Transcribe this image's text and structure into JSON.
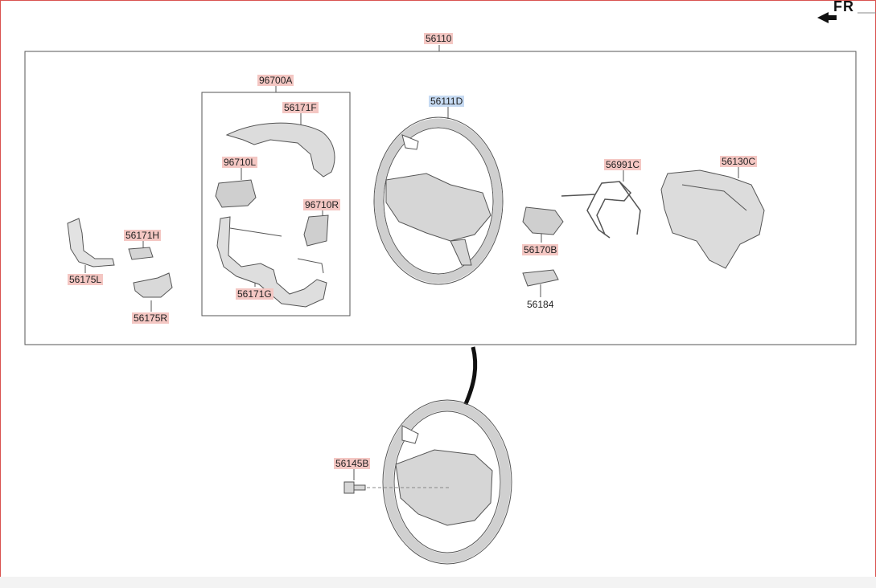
{
  "header": {
    "direction": "FR"
  },
  "labels": {
    "assembly": "56110",
    "p96700A": "96700A",
    "p56171F": "56171F",
    "p96710L": "96710L",
    "p96710R": "96710R",
    "p56171G": "56171G",
    "p56171H": "56171H",
    "p56175L": "56175L",
    "p56175R": "56175R",
    "p56111D": "56111D",
    "p56170B": "56170B",
    "p56184": "56184",
    "p56991C": "56991C",
    "p56130C": "56130C",
    "p56145B": "56145B"
  },
  "colors": {
    "highlight_red": "#f4c7c3",
    "highlight_blue": "#c6daf2",
    "part_fill": "#d9d9d9",
    "part_stroke": "#555555"
  }
}
